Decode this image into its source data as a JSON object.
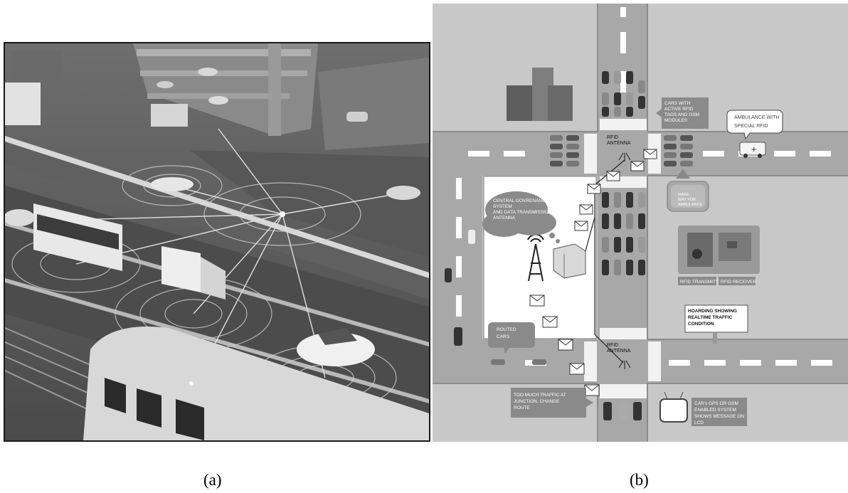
{
  "captions": {
    "a": "(a)",
    "b": "(b)"
  },
  "panel_b": {
    "labels": {
      "cars_rfid": [
        "CARS WITH",
        "ACTIVE RFID",
        "TAGS AND GSM",
        "MODULES"
      ],
      "ambulance": [
        "AMBULANCE WITH",
        "SPECIAL RFID"
      ],
      "rfid_antenna_top": [
        "RFID",
        "ANTENNA"
      ],
      "rfid_antenna_bottom": [
        "RFID",
        "ANTENNA"
      ],
      "central": [
        "CENTRAL GOVRENANCE",
        "SYSTEM",
        "AND DATA TRANSMISSION",
        "ANTENNA"
      ],
      "make_way": [
        "MAKE",
        "WAY FOR",
        "AMBULANCE"
      ],
      "rfid_transmitter": "RFID TRANSMITTER",
      "rfid_receiver": "RFID RECEIVER",
      "hoarding": [
        "HOARDING SHOWING",
        "REALTIME TRAFFIC",
        "CONDITION"
      ],
      "routed": [
        "ROUTED",
        "CARS"
      ],
      "too_much": [
        "TOO MUCH TRAFFIC AT",
        "JUNCTION, CHANGE",
        "ROUTE"
      ],
      "gps_lcd": [
        "CAR's GPS OR GSM",
        "ENABLED SYSTEM",
        "SHOWS MESSAGE ON",
        "LCD"
      ]
    }
  }
}
